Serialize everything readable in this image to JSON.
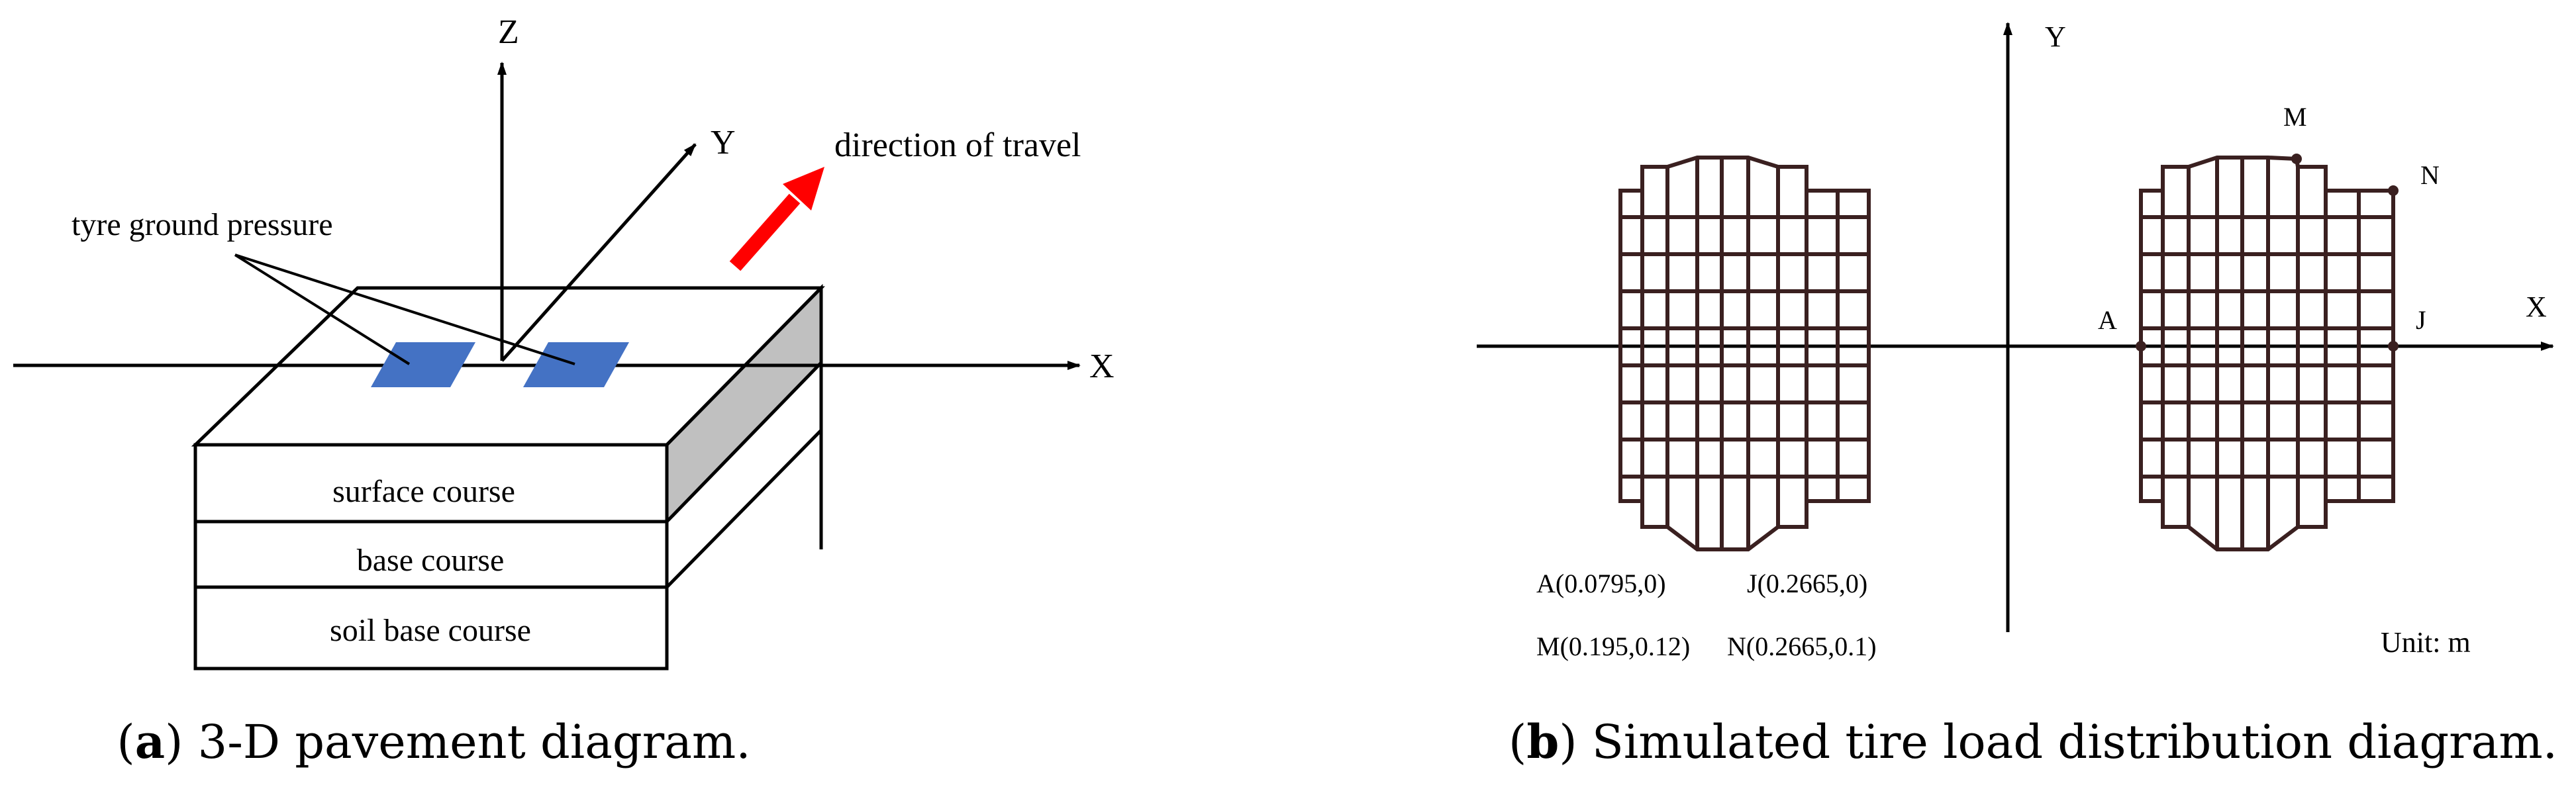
{
  "panel_a": {
    "axis_x": "X",
    "axis_y": "Y",
    "axis_z": "Z",
    "direction_label": "direction of travel",
    "pressure_label": "tyre ground pressure",
    "layers": [
      "surface course",
      "base course",
      "soil base course"
    ],
    "caption_letter": "a",
    "caption_text": " 3-D pavement diagram.",
    "colors": {
      "pressure_patch": "#4472c4",
      "arrow": "#ff0000",
      "side_face": "#c0c0c0"
    }
  },
  "panel_b": {
    "axis_x": "X",
    "axis_y": "Y",
    "points": {
      "A": "A",
      "J": "J",
      "M": "M",
      "N": "N"
    },
    "coords_line1": [
      "A(0.0795,0)",
      "J(0.2665,0)"
    ],
    "coords_line2": [
      "M(0.195,0.12)",
      "N(0.2665,0.1)"
    ],
    "unit": "Unit: m",
    "caption_letter": "b",
    "caption_text": " Simulated tire load distribution diagram.",
    "colors": {
      "grid": "#3a2020"
    }
  }
}
